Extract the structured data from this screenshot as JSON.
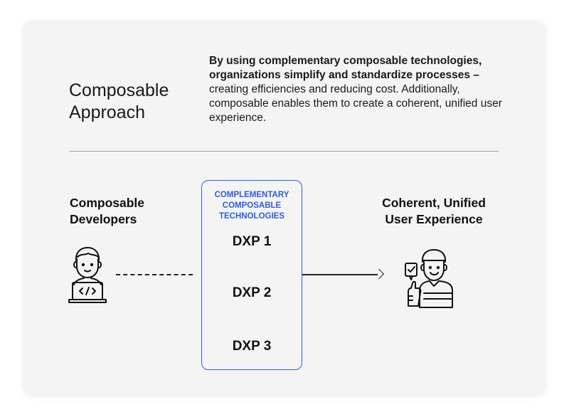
{
  "header": {
    "title_line1": "Composable",
    "title_line2": "Approach"
  },
  "description": {
    "bold_text": "By using complementary composable technologies, organizations simplify and standardize processes –",
    "regular_text": " creating efficiencies and reducing cost. Additionally, composable enables them to create a coherent, unified user experience."
  },
  "left": {
    "title_line1": "Composable",
    "title_line2": "Developers",
    "icon": "developer-laptop-icon"
  },
  "center": {
    "title_line1": "COMPLEMENTARY",
    "title_line2": "COMPOSABLE",
    "title_line3": "TECHNOLOGIES",
    "items": [
      "DXP 1",
      "DXP 2",
      "DXP 3"
    ]
  },
  "right": {
    "title_line1": "Coherent, Unified",
    "title_line2": "User Experience",
    "icon": "happy-user-thumbs-up-icon"
  },
  "colors": {
    "accent": "#2b5ce8",
    "card_bg": "#f4f4f4",
    "text": "#111111"
  }
}
